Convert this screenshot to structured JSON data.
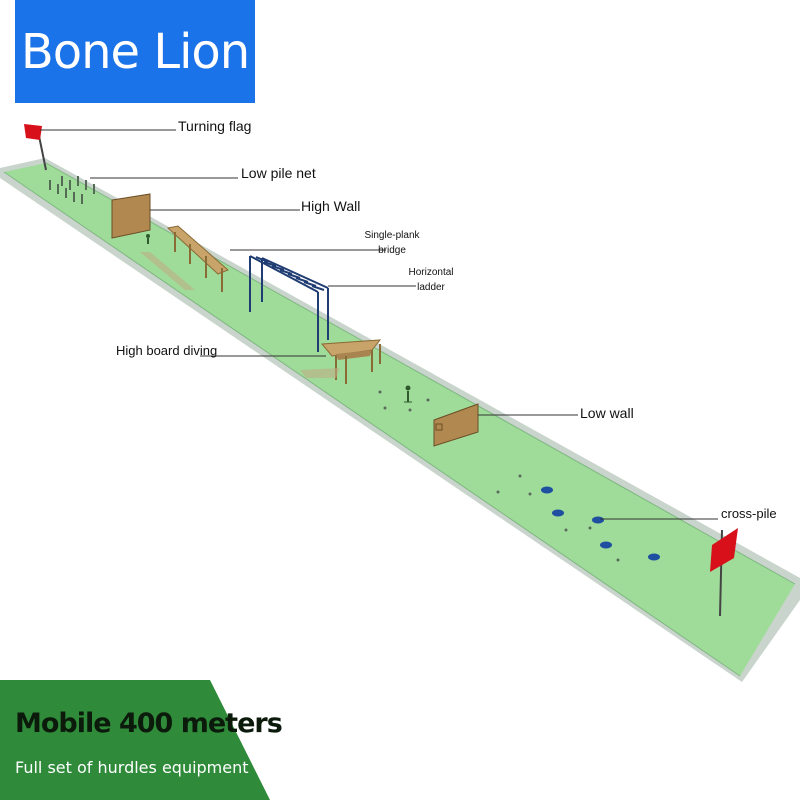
{
  "brand": {
    "title": "Bone Lion"
  },
  "labels": {
    "turning_flag": "Turning flag",
    "low_pile_net": "Low pile net",
    "high_wall": "High Wall",
    "single_plank_bridge_1": "Single-plank",
    "single_plank_bridge_2": "bridge",
    "horizontal_ladder_1": "Horizontal",
    "horizontal_ladder_2": "ladder",
    "high_board_diving": "High board diving",
    "low_wall": "Low wall",
    "cross_pile": "cross-pile"
  },
  "footer": {
    "title": "Mobile 400 meters",
    "subtitle": "Full set of hurdles equipment"
  },
  "colors": {
    "brand_bg": "#1a73e8",
    "track_green": "#9fdc9a",
    "track_border": "#b9c6bd",
    "flag_red": "#d8101a",
    "footer_green": "#2f8b3a",
    "wall_brown": "#b08850",
    "ladder_blue": "#1f3d73",
    "pile_blue": "#1e4fa0"
  }
}
